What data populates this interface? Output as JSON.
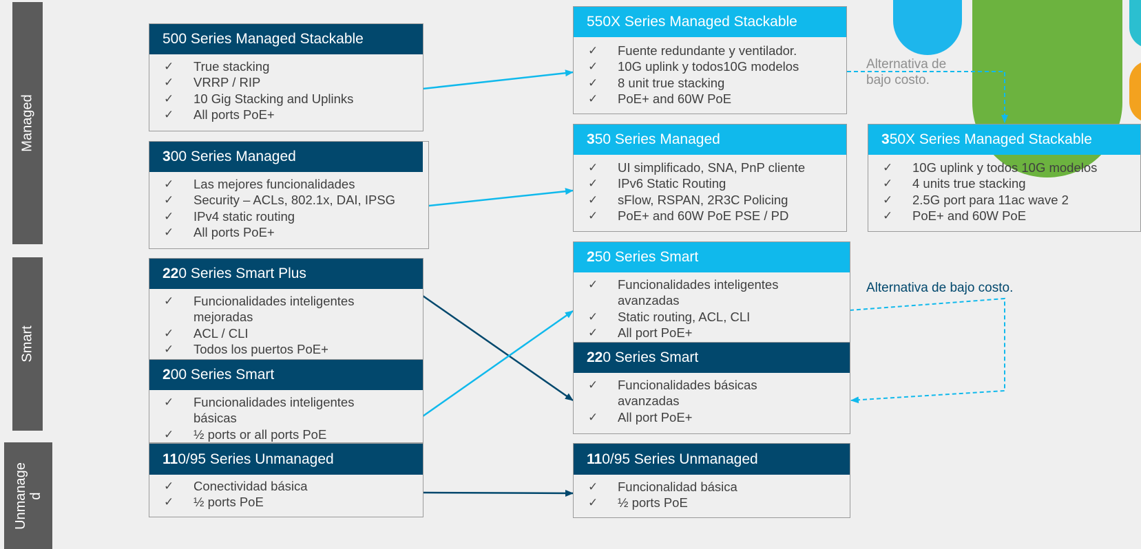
{
  "tiers": {
    "managed": "Managed",
    "smart": "Smart",
    "unmanaged": "Unmanage\nd"
  },
  "boxes": {
    "s500": {
      "title_bold": "",
      "title_rest": "500 Series Managed Stackable",
      "items": [
        "True stacking",
        "VRRP / RIP",
        "10 Gig Stacking and Uplinks",
        "All ports PoE+"
      ]
    },
    "s300": {
      "title_bold": "3",
      "title_rest": "00 Series Managed",
      "items": [
        "Las mejores funcionalidades",
        "Security – ACLs, 802.1x, DAI, IPSG",
        "IPv4 static routing",
        "All ports PoE+"
      ]
    },
    "s220p": {
      "title_bold": "22",
      "title_rest": "0 Series Smart Plus",
      "items": [
        "Funcionalidades inteligentes mejoradas",
        "ACL / CLI",
        "Todos los puertos  PoE+"
      ]
    },
    "s200": {
      "title_bold": "2",
      "title_rest": "00 Series Smart",
      "items": [
        "Funcionalidades inteligentes básicas",
        "½ ports or all ports PoE"
      ]
    },
    "s110l": {
      "title_bold": "11",
      "title_rest": "0/95 Series Unmanaged",
      "items": [
        "Conectividad básica",
        "½ ports PoE"
      ]
    },
    "s550x": {
      "title_bold": "",
      "title_rest": "550X Series Managed Stackable",
      "items": [
        "Fuente redundante y ventilador.",
        "10G uplink y todos10G modelos",
        "8 unit true stacking",
        "PoE+ and 60W PoE"
      ]
    },
    "s350": {
      "title_bold": "3",
      "title_rest": "50 Series Managed",
      "items": [
        "UI simplificado, SNA, PnP cliente",
        "IPv6 Static Routing",
        "sFlow, RSPAN, 2R3C Policing",
        "PoE+ and 60W PoE PSE / PD"
      ]
    },
    "s250": {
      "title_bold": "2",
      "title_rest": "50 Series Smart",
      "items": [
        "Funcionalidades inteligentes avanzadas",
        "Static routing, ACL, CLI",
        "All port PoE+"
      ]
    },
    "s220": {
      "title_bold": "22",
      "title_rest": "0 Series Smart",
      "items": [
        "Funcionalidades básicas avanzadas",
        "All port PoE+"
      ]
    },
    "s110r": {
      "title_bold": "11",
      "title_rest": "0/95 Series Unmanaged",
      "items": [
        "Funcionalidad básica",
        "½ ports PoE"
      ]
    },
    "s350x": {
      "title_bold": "3",
      "title_rest": "50X Series Managed Stackable",
      "items": [
        "10G uplink y todos 10G modelos",
        "4 units true stacking",
        "2.5G port para 11ac wave 2",
        "PoE+ and 60W PoE"
      ]
    }
  },
  "check_mark": "✓",
  "notes": {
    "alt_top": "Alternativa de\nbajo costo.",
    "alt_mid": "Alternativa de bajo costo."
  },
  "colors": {
    "dark_header": "#02486d",
    "light_header": "#10b9ec",
    "side_label": "#5b5b5b",
    "arrow_light": "#10b9ec",
    "arrow_dark": "#02486d"
  }
}
